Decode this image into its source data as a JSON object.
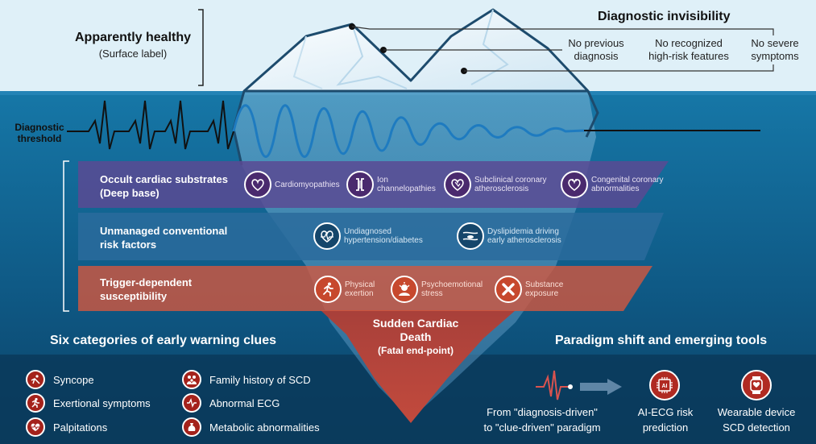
{
  "surface": {
    "title": "Apparently healthy",
    "subtitle": "(Surface label)"
  },
  "invisibility": {
    "title": "Diagnostic invisibility",
    "items": [
      {
        "line1": "No previous",
        "line2": "diagnosis"
      },
      {
        "line1": "No recognized",
        "line2": "high-risk features"
      },
      {
        "line1": "No severe",
        "line2": "symptoms"
      }
    ]
  },
  "threshold": {
    "line1": "Diagnostic",
    "line2": "threshold"
  },
  "bands": [
    {
      "title1": "Occult cardiac substrates",
      "title2": "(Deep base)",
      "color": "#5b4a93",
      "items": [
        {
          "icon": "heart-icon",
          "label1": "Cardiomyopathies",
          "label2": ""
        },
        {
          "icon": "ion-channel-icon",
          "label1": "Ion",
          "label2": "channelopathies"
        },
        {
          "icon": "coronary-heart-icon",
          "label1": "Subclinical coronary",
          "label2": "atherosclerosis"
        },
        {
          "icon": "congenital-heart-icon",
          "label1": "Congenital coronary",
          "label2": "abnormalities"
        }
      ]
    },
    {
      "title1": "Unmanaged conventional",
      "title2": "risk factors",
      "color": "#2a6b9c",
      "items": [
        {
          "icon": "heart-pulse-icon",
          "label1": "Undiagnosed",
          "label2": "hypertension/diabetes"
        },
        {
          "icon": "artery-plaque-icon",
          "label1": "Dyslipidemia driving",
          "label2": "early atherosclerosis"
        }
      ]
    },
    {
      "title1": "Trigger-dependent",
      "title2": "susceptibility",
      "color": "#d3573f",
      "items": [
        {
          "icon": "runner-icon",
          "label1": "Physical",
          "label2": "exertion"
        },
        {
          "icon": "stress-icon",
          "label1": "Psychoemotional",
          "label2": "stress"
        },
        {
          "icon": "x-icon",
          "label1": "Substance",
          "label2": "exposure"
        }
      ]
    }
  ],
  "endpoint": {
    "line1": "Sudden Cardiac",
    "line2": "Death",
    "line3": "(Fatal end-point)"
  },
  "clues": {
    "title": "Six categories of early warning clues",
    "items": [
      {
        "icon": "syncope-icon",
        "label": "Syncope"
      },
      {
        "icon": "family-icon",
        "label": "Family history of SCD"
      },
      {
        "icon": "exertion-icon",
        "label": "Exertional symptoms"
      },
      {
        "icon": "ecg-icon",
        "label": "Abnormal ECG"
      },
      {
        "icon": "palpitation-icon",
        "label": "Palpitations"
      },
      {
        "icon": "metabolic-icon",
        "label": "Metabolic abnormalities"
      }
    ]
  },
  "paradigm": {
    "title": "Paradigm shift and emerging tools",
    "shift1": "From \"diagnosis-driven\"",
    "shift2": "to \"clue-driven\" paradigm",
    "ai1": "AI-ECG risk",
    "ai2": "prediction",
    "ai_chip": "AI",
    "wear1": "Wearable device",
    "wear2": "SCD detection"
  },
  "colors": {
    "sky": "#dff0f8",
    "sea": "#0f5a86",
    "deep": "#0b3a5a",
    "ecg_red": "#d9534f",
    "ai_red": "#b02a22"
  }
}
